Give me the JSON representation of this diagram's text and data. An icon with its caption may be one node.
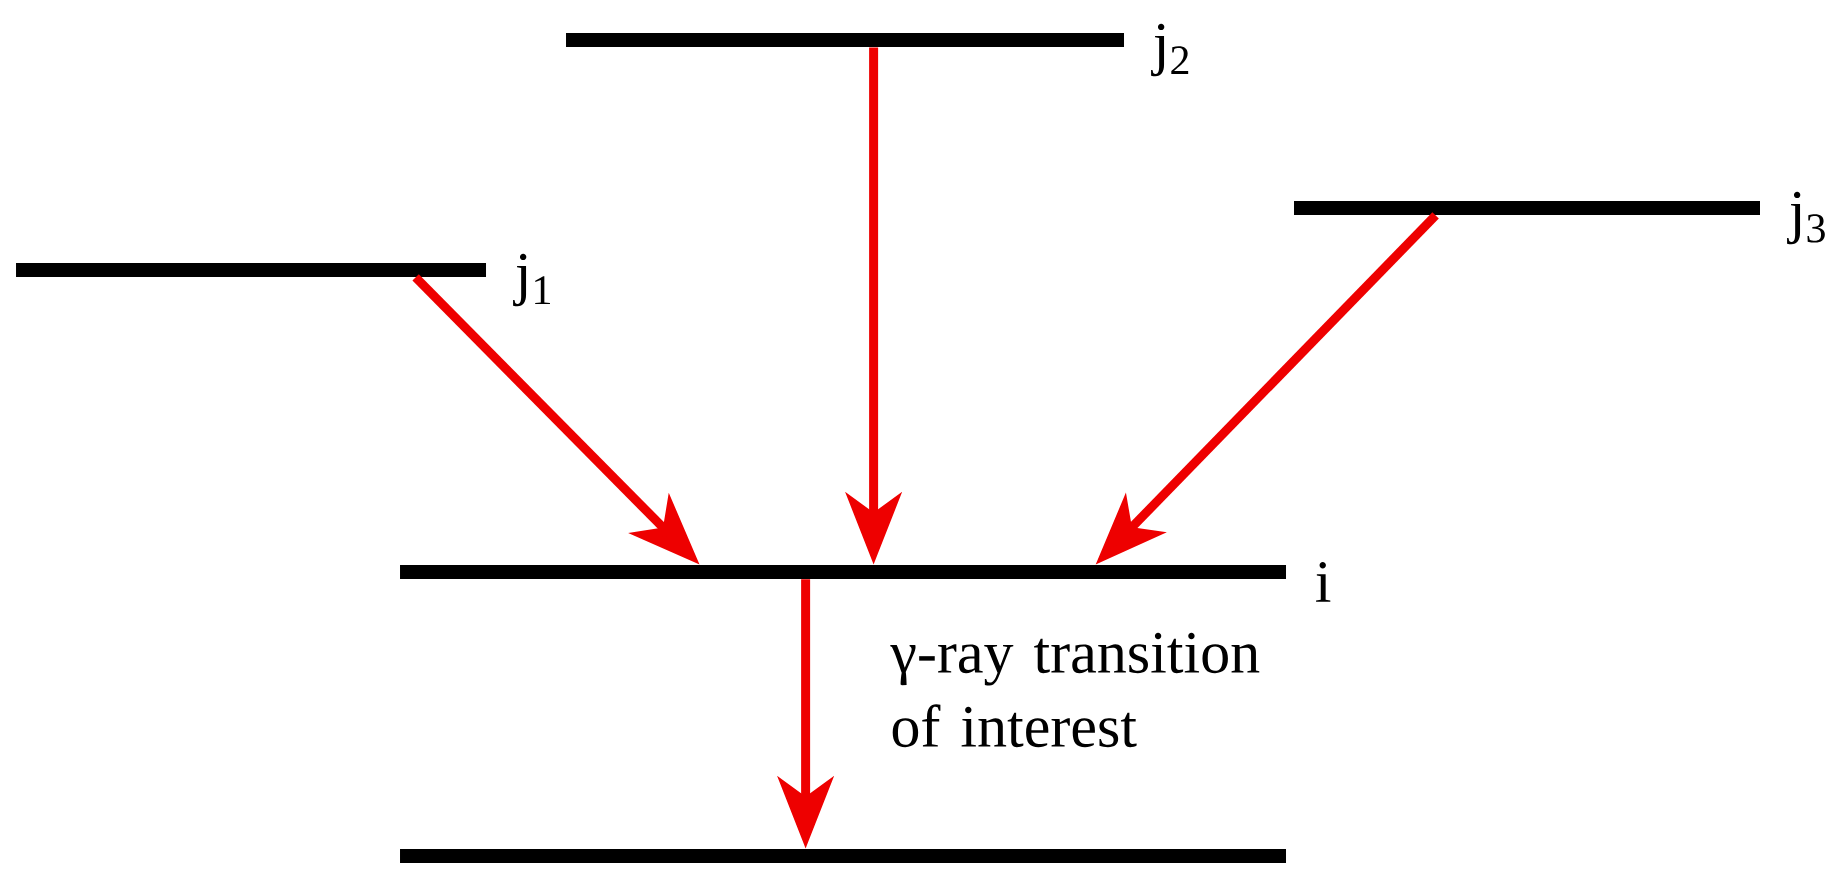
{
  "diagram": {
    "nodes": [
      {
        "text": [
          "j$_{1}$"
        ]
      },
      {
        "text": [
          "j$_{2}$"
        ]
      },
      {
        "text": [
          "j$_{3}$"
        ]
      },
      {
        "text": [
          "i"
        ]
      },
      {
        "text": [],
        "shape": "bar"
      }
    ],
    "edges": [
      {
        "from": 0,
        "to": 3,
        "arrow": "to",
        "color": "#ee0000"
      },
      {
        "from": 1,
        "to": 3,
        "arrow": "to",
        "color": "#ee0000"
      },
      {
        "from": 2,
        "to": 3,
        "arrow": "to",
        "color": "#ee0000"
      },
      {
        "from": 3,
        "to": 4,
        "arrow": "to",
        "color": "#ee0000",
        "label": "γ-ray transition of interest"
      }
    ]
  }
}
